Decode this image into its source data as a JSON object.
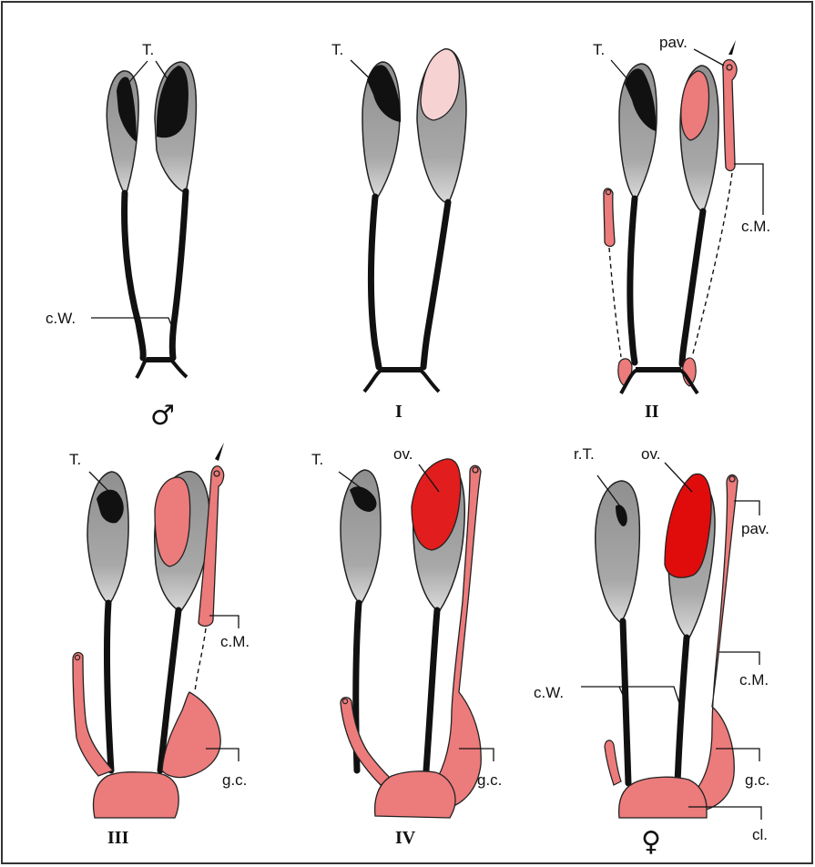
{
  "colors": {
    "gonad_gray": "#9c9c9c",
    "gonad_light": "#d4d4d4",
    "duct_black": "#111111",
    "mullerian_pink": "#ec7b7b",
    "ovary_early": "#f7d2d2",
    "ovary_mid": "#ee6f6f",
    "ovary_late": "#e11d1d",
    "ovary_final": "#e00c0c",
    "border": "#333333"
  },
  "panels": {
    "male": {
      "stage": "♂",
      "labels": {
        "testis": "T.",
        "wolffian": "c.W."
      }
    },
    "stage1": {
      "stage": "I",
      "labels": {
        "testis": "T."
      }
    },
    "stage2": {
      "stage": "II",
      "labels": {
        "testis": "T.",
        "pavilion": "pav.",
        "mullerian": "c.M."
      }
    },
    "stage3": {
      "stage": "III",
      "labels": {
        "testis": "T.",
        "mullerian": "c.M.",
        "genital_chamber": "g.c."
      }
    },
    "stage4": {
      "stage": "IV",
      "labels": {
        "testis": "T.",
        "ovary": "ov.",
        "genital_chamber": "g.c."
      }
    },
    "female": {
      "stage": "♀",
      "labels": {
        "residual_testis": "r.T.",
        "ovary": "ov.",
        "pavilion": "pav.",
        "wolffian": "c.W.",
        "mullerian": "c.M.",
        "genital_chamber": "g.c.",
        "cloaca": "cl."
      }
    }
  }
}
